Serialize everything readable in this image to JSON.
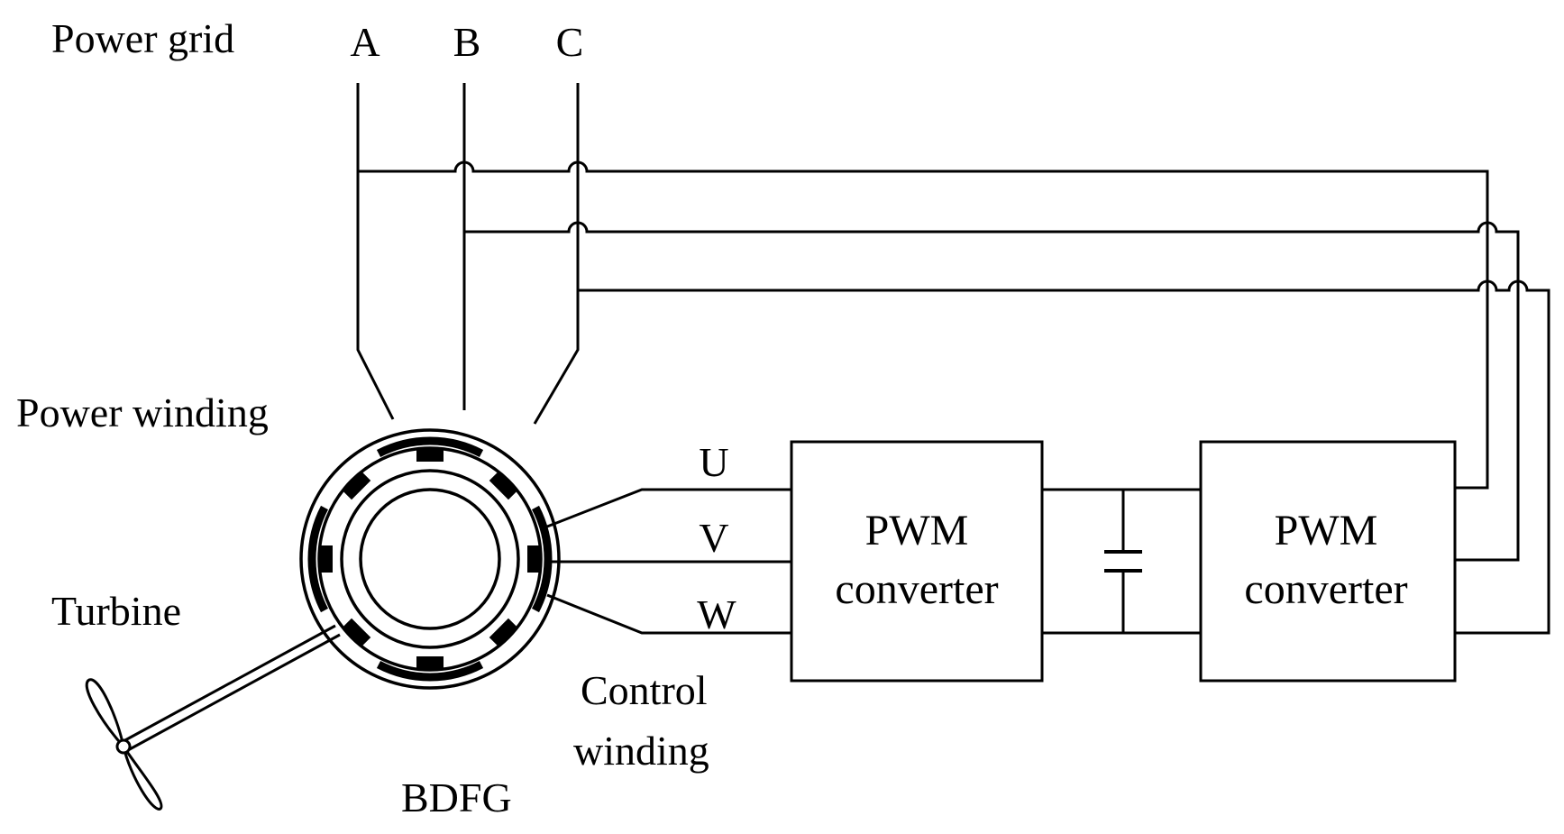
{
  "labels": {
    "power_grid": "Power grid",
    "phase_a": "A",
    "phase_b": "B",
    "phase_c": "C",
    "power_winding": "Power winding",
    "turbine": "Turbine",
    "control_winding_line1": "Control",
    "control_winding_line2": "winding",
    "bdfg": "BDFG",
    "phase_u": "U",
    "phase_v": "V",
    "phase_w": "W"
  },
  "converters": [
    {
      "line1": "PWM",
      "line2": "converter"
    },
    {
      "line1": "PWM",
      "line2": "converter"
    }
  ]
}
